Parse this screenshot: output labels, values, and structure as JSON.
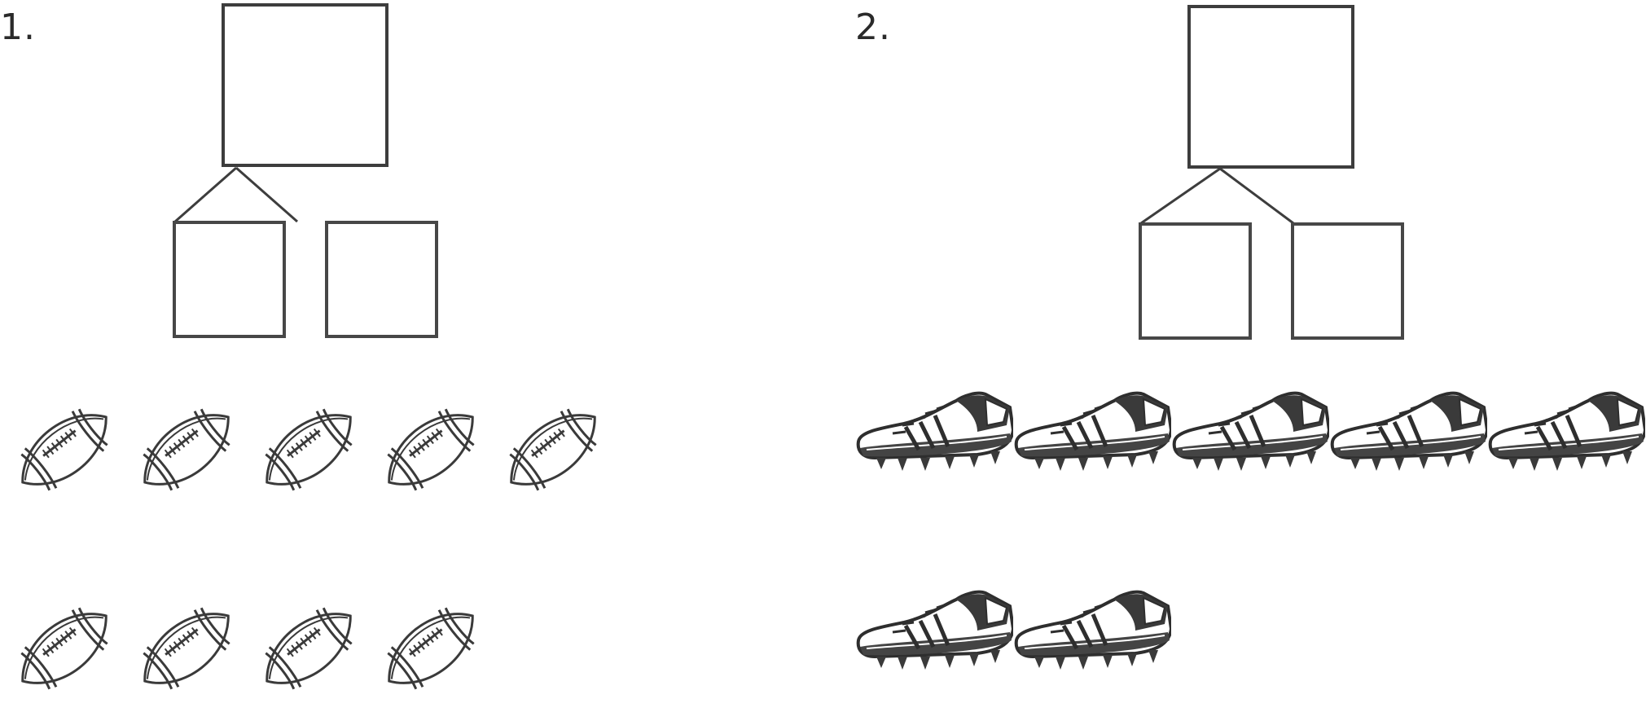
{
  "problems": [
    {
      "number_label": "1.",
      "object_icon": "football-icon",
      "object_count": 9,
      "rows": [
        5,
        4
      ]
    },
    {
      "number_label": "2.",
      "object_icon": "cleat-icon",
      "object_count": 7,
      "rows": [
        5,
        2
      ]
    }
  ],
  "colors": {
    "ink": "#3d3d3d",
    "background": "#ffffff"
  }
}
